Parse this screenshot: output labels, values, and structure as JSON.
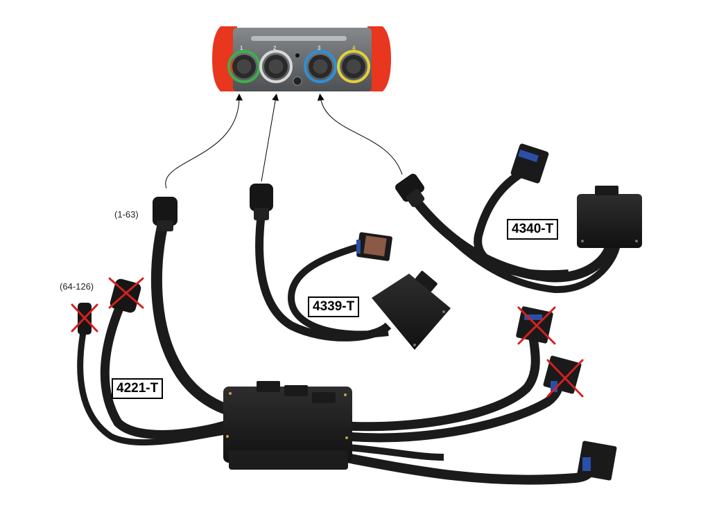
{
  "device": {
    "port_labels": [
      "1",
      "2",
      "3",
      "4"
    ],
    "port_ring_colors": [
      "#3fae49",
      "#d8d8d8",
      "#2f8fd6",
      "#e3cf3a"
    ],
    "bumper_color": "#e8361f",
    "body_color": "#6b6e71"
  },
  "harnesses": [
    {
      "id": "4221-T",
      "label": "4221-T"
    },
    {
      "id": "4339-T",
      "label": "4339-T"
    },
    {
      "id": "4340-T",
      "label": "4340-T"
    }
  ],
  "pin_ranges": {
    "upper": "(1-63)",
    "lower": "(64-126)"
  },
  "colors": {
    "cable": "#1b1b1b",
    "module": "#1e1e1e",
    "cross_mark": "#d42020",
    "arrow": "#000000"
  }
}
